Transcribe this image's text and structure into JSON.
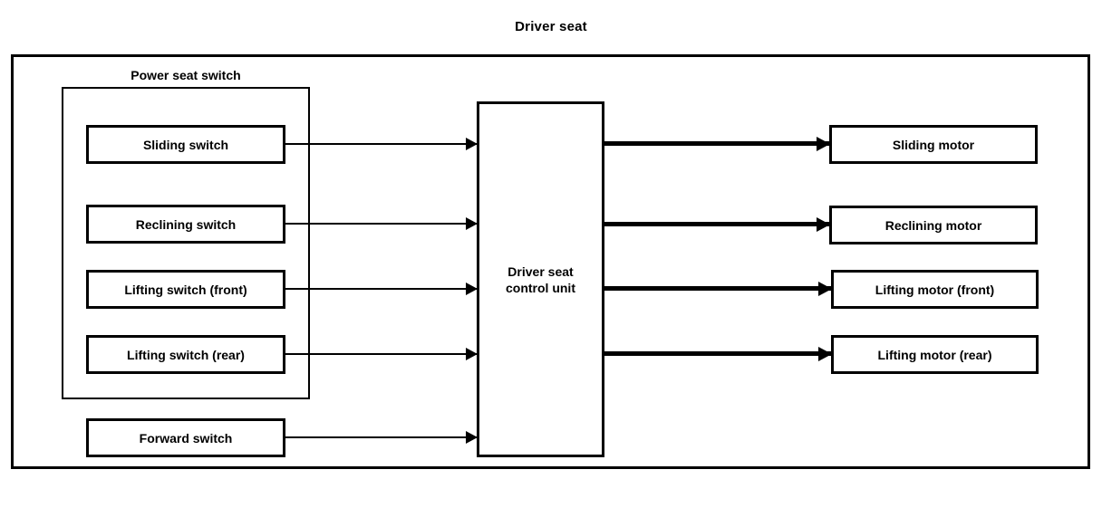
{
  "diagram": {
    "title": "Driver seat",
    "type": "block-diagram",
    "frame_color": "#000000",
    "background_color": "#ffffff"
  },
  "group": {
    "label": "Power seat switch"
  },
  "inputs": {
    "heading": "Power seat switch",
    "items": [
      {
        "id": "sliding-switch",
        "label": "Sliding switch",
        "in_group": true
      },
      {
        "id": "reclining-switch",
        "label": "Reclining switch",
        "in_group": true
      },
      {
        "id": "lifting-switch-front",
        "label": "Lifting switch (front)",
        "in_group": true
      },
      {
        "id": "lifting-switch-rear",
        "label": "Lifting switch (rear)",
        "in_group": true
      },
      {
        "id": "forward-switch",
        "label": "Forward switch",
        "in_group": false
      }
    ]
  },
  "controller": {
    "id": "driver-seat-control-unit",
    "label_line_1": "Driver seat",
    "label_line_2": "control unit"
  },
  "outputs": {
    "items": [
      {
        "id": "sliding-motor",
        "label": "Sliding motor"
      },
      {
        "id": "reclining-motor",
        "label": "Reclining motor"
      },
      {
        "id": "lifting-motor-front",
        "label": "Lifting motor (front)"
      },
      {
        "id": "lifting-motor-rear",
        "label": "Lifting motor (rear)"
      }
    ]
  },
  "connections": {
    "input_arrows": [
      {
        "from": "sliding-switch",
        "to": "driver-seat-control-unit",
        "weight": "thin"
      },
      {
        "from": "reclining-switch",
        "to": "driver-seat-control-unit",
        "weight": "thin"
      },
      {
        "from": "lifting-switch-front",
        "to": "driver-seat-control-unit",
        "weight": "thin"
      },
      {
        "from": "lifting-switch-rear",
        "to": "driver-seat-control-unit",
        "weight": "thin"
      },
      {
        "from": "forward-switch",
        "to": "driver-seat-control-unit",
        "weight": "thin"
      }
    ],
    "output_arrows": [
      {
        "from": "driver-seat-control-unit",
        "to": "sliding-motor",
        "weight": "thick"
      },
      {
        "from": "driver-seat-control-unit",
        "to": "reclining-motor",
        "weight": "thick"
      },
      {
        "from": "driver-seat-control-unit",
        "to": "lifting-motor-front",
        "weight": "thick"
      },
      {
        "from": "driver-seat-control-unit",
        "to": "lifting-motor-rear",
        "weight": "thick"
      }
    ]
  }
}
